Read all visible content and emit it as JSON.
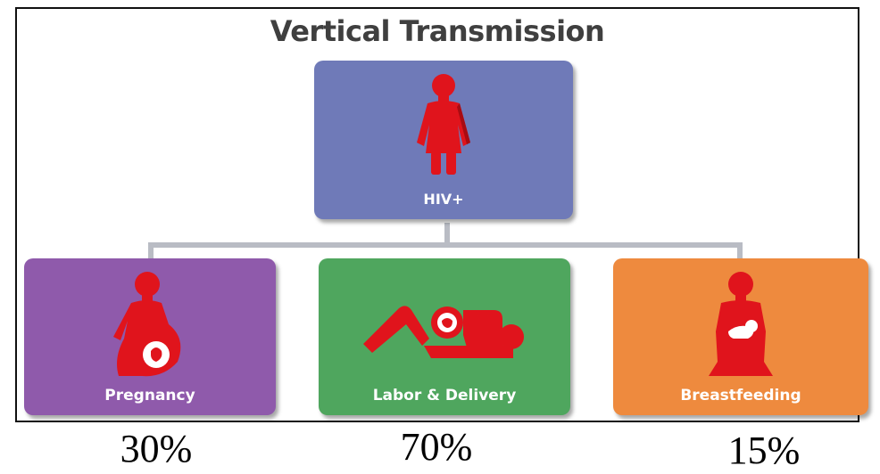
{
  "title": "Vertical Transmission",
  "root": {
    "label": "HIV+",
    "color": "#6f7ab8",
    "icon": "woman-icon"
  },
  "modes": [
    {
      "label": "Pregnancy",
      "color": "#8f5aab",
      "icon": "pregnant-woman-icon",
      "percent": "30%"
    },
    {
      "label": "Labor & Delivery",
      "color": "#4fa65e",
      "icon": "birth-icon",
      "percent": "70%"
    },
    {
      "label": "Breastfeeding",
      "color": "#ee8a3e",
      "icon": "nursing-mother-icon",
      "percent": "15%"
    }
  ],
  "colors": {
    "figure": "#e0141c",
    "connector": "#b9bcc4"
  }
}
